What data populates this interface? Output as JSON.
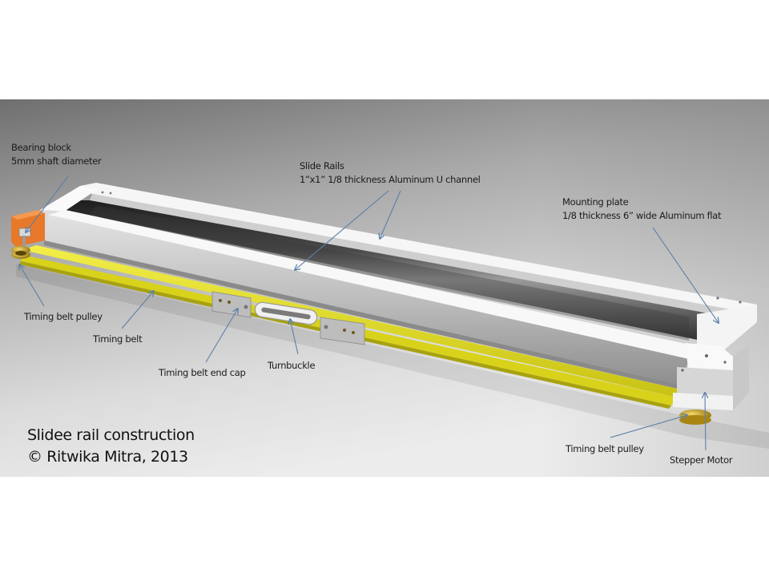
{
  "figure": {
    "title": "Slidee rail construction",
    "copyright": "© Ritwika Mitra, 2013"
  },
  "callouts": {
    "bearing_block": {
      "line1": "Bearing block",
      "line2": "5mm shaft diameter"
    },
    "slide_rails": {
      "line1": "Slide Rails",
      "line2": "1”x1”  1/8 thickness Aluminum U channel"
    },
    "mounting_plate": {
      "line1": "Mounting plate",
      "line2": "1/8 thickness 6” wide Aluminum flat"
    },
    "timing_belt_pulley_left": "Timing belt pulley",
    "timing_belt": "Timing belt",
    "timing_belt_end_cap": "Timing belt end cap",
    "turnbuckle": "Turnbuckle",
    "timing_belt_pulley_right": "Timing belt pulley",
    "stepper_motor": "Stepper Motor"
  },
  "colors": {
    "background_top": "#6b6b6b",
    "background_bottom": "#e6e6e6",
    "rail_white": "#f4f4f4",
    "channel_dark": "#2a2a2a",
    "belt_yellow": "#e6e020",
    "bearing_orange": "#e8782a",
    "pulley_gold": "#c9a21a",
    "arrow_blue": "#5b7fa8"
  }
}
